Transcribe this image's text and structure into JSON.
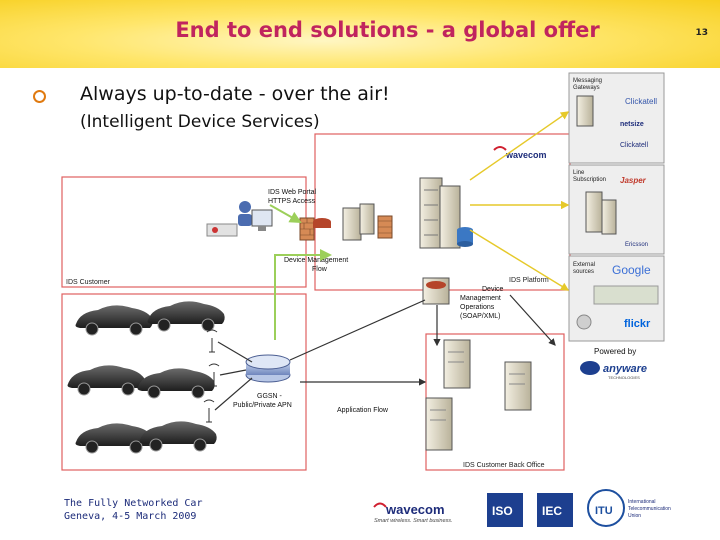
{
  "slide": {
    "title": "End to end solutions - a global offer",
    "page_number": "13",
    "bullet": "Always up-to-date - over the air!",
    "subtitle": "(Intelligent Device Services)"
  },
  "diagram": {
    "ids_customer": "IDS Customer",
    "ids_platform": "IDS Platform",
    "ids_customer_backoffice": "IDS Customer Back Office",
    "web_portal": [
      "IDS Web Portal",
      "HTTPS Access"
    ],
    "device_mgmt_flow": [
      "Device Management",
      "Flow"
    ],
    "device_mgmt_ops": [
      "Device",
      "Management",
      "Operations",
      "(SOAP/XML)"
    ],
    "ggsn": [
      "GGSN -",
      "Public/Private APN"
    ],
    "application_flow": "Application Flow",
    "wavecom_logo": "wavecom",
    "powered_by": "Powered by",
    "anyware": [
      "anyware",
      "TECHNOLOGIES"
    ]
  },
  "partners": {
    "messaging": {
      "label": [
        "Messaging",
        "Gateways"
      ],
      "logos": [
        "Clickatell",
        "netsize",
        "Clickatell"
      ]
    },
    "subscription": {
      "label": [
        "Line",
        "Subscription"
      ],
      "logos": [
        "Jasper",
        "Ericsson"
      ]
    },
    "external": {
      "label": [
        "External",
        "sources"
      ],
      "logos": [
        "Google",
        "flickr"
      ]
    }
  },
  "footer": {
    "line1": "The Fully Networked Car",
    "line2": "Geneva, 4-5 March 2009"
  },
  "footer_logos": {
    "wavecom": "wavecom",
    "wavecom_tagline": "Smart wireless. Smart business.",
    "iso": "ISO",
    "iec": "IEC",
    "itu": "ITU",
    "itu_text": [
      "International",
      "Telecommunication",
      "Union"
    ]
  },
  "colors": {
    "banner": "#f7cf1f",
    "title": "#c0245e",
    "frame_red": "#e06060",
    "arrow_green": "#9ccf5a",
    "arrow_yellow": "#e6c92a",
    "footer_text": "#1d2c7a"
  }
}
